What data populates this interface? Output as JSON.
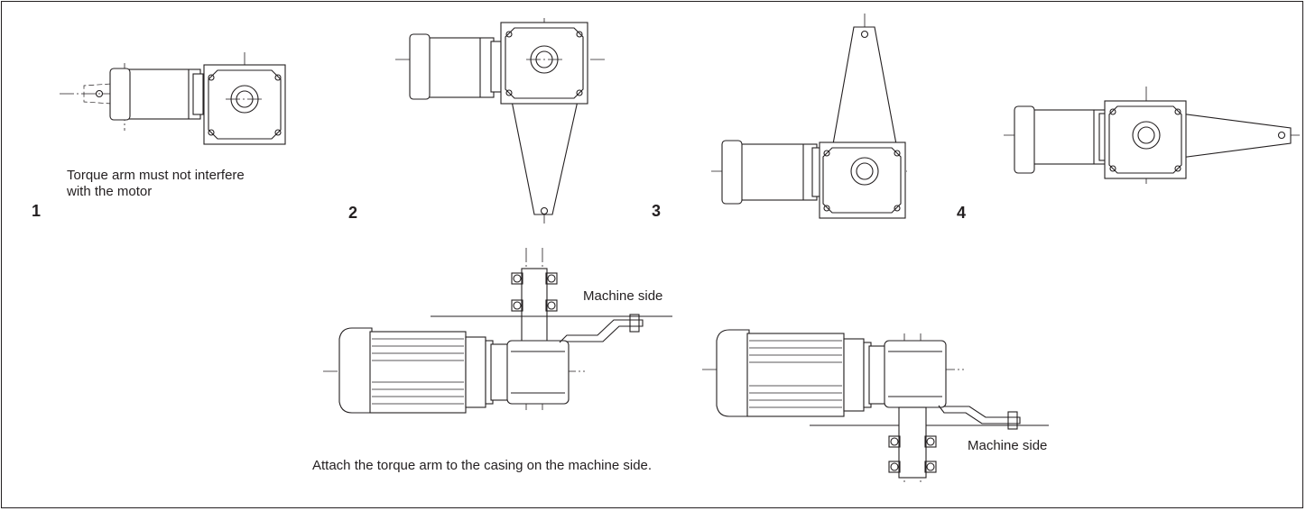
{
  "figure_labels": [
    "1",
    "2",
    "3",
    "4"
  ],
  "notes": {
    "fig1_line1": "Torque arm must not interfere",
    "fig1_line2": "with the motor",
    "machine_side_top": "Machine side",
    "machine_side_bottom": "Machine side",
    "attach_instruction": "Attach the torque arm to the casing on the machine side."
  }
}
